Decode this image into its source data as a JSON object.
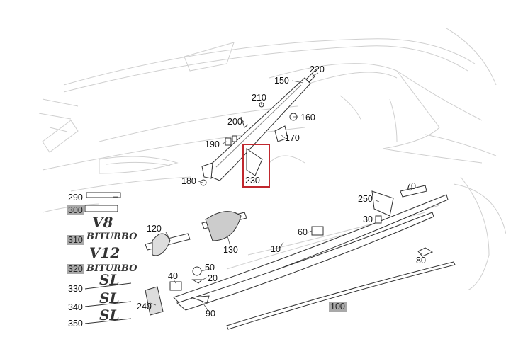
{
  "diagram": {
    "highlight_color": "#c0282e",
    "label_highlight_color": "#a9a9a9",
    "callouts": [
      {
        "id": "220",
        "text": "220",
        "grey": false
      },
      {
        "id": "150",
        "text": "150",
        "grey": false
      },
      {
        "id": "210",
        "text": "210",
        "grey": false
      },
      {
        "id": "160",
        "text": "160",
        "grey": false
      },
      {
        "id": "200",
        "text": "200",
        "grey": false
      },
      {
        "id": "170",
        "text": "170",
        "grey": false
      },
      {
        "id": "190",
        "text": "190",
        "grey": false
      },
      {
        "id": "230",
        "text": "230",
        "grey": false
      },
      {
        "id": "180",
        "text": "180",
        "grey": false
      },
      {
        "id": "290",
        "text": "290",
        "grey": false
      },
      {
        "id": "300",
        "text": "300",
        "grey": true
      },
      {
        "id": "310",
        "text": "310",
        "grey": true
      },
      {
        "id": "320",
        "text": "320",
        "grey": true
      },
      {
        "id": "330",
        "text": "330",
        "grey": false
      },
      {
        "id": "340",
        "text": "340",
        "grey": false
      },
      {
        "id": "350",
        "text": "350",
        "grey": false
      },
      {
        "id": "120",
        "text": "120",
        "grey": false
      },
      {
        "id": "130",
        "text": "130",
        "grey": false
      },
      {
        "id": "40",
        "text": "40",
        "grey": false
      },
      {
        "id": "50",
        "text": "50",
        "grey": false
      },
      {
        "id": "20",
        "text": "20",
        "grey": false
      },
      {
        "id": "240",
        "text": "240",
        "grey": false
      },
      {
        "id": "90",
        "text": "90",
        "grey": false
      },
      {
        "id": "10",
        "text": "10",
        "grey": false
      },
      {
        "id": "60",
        "text": "60",
        "grey": false
      },
      {
        "id": "250",
        "text": "250",
        "grey": false
      },
      {
        "id": "70",
        "text": "70",
        "grey": false
      },
      {
        "id": "30",
        "text": "30",
        "grey": false
      },
      {
        "id": "80",
        "text": "80",
        "grey": false
      },
      {
        "id": "100",
        "text": "100",
        "grey": true
      }
    ],
    "emblems": {
      "v8": "V8",
      "v12": "V12",
      "biturbo_a": "BITURBO",
      "biturbo_b": "BITURBO",
      "sl_a": "SL",
      "sl_b": "SL",
      "sl_c": "SL"
    }
  }
}
